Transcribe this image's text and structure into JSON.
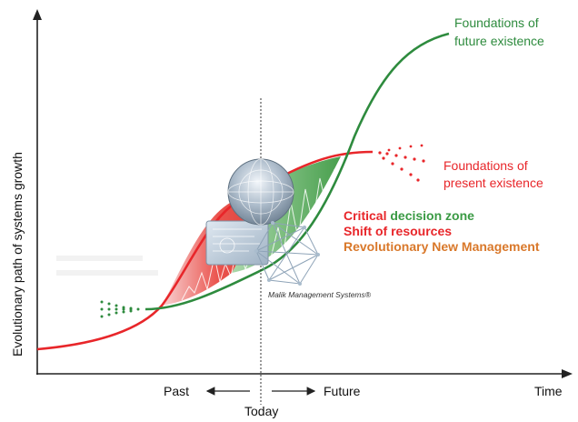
{
  "axes": {
    "y_label": "Evolutionary path of systems growth",
    "x_label": "Time"
  },
  "time_markers": {
    "past_label": "Past",
    "future_label": "Future",
    "today_label": "Today"
  },
  "curves": {
    "green": {
      "label_line1": "Foundations of",
      "label_line2": "future existence",
      "color": "#2e8b3e"
    },
    "red": {
      "label_line1": "Foundations of",
      "label_line2": "present existence",
      "color": "#e8262a"
    }
  },
  "zone_text": {
    "line1_part1": "Critical",
    "line1_part2": " decision zone",
    "line2": "Shift of resources",
    "line3": "Revolutionary New Management",
    "colors": {
      "red": "#e8262a",
      "green": "#3a9a44",
      "orange": "#d9782a"
    }
  },
  "brand": {
    "text": "Malik Management Systems®"
  }
}
